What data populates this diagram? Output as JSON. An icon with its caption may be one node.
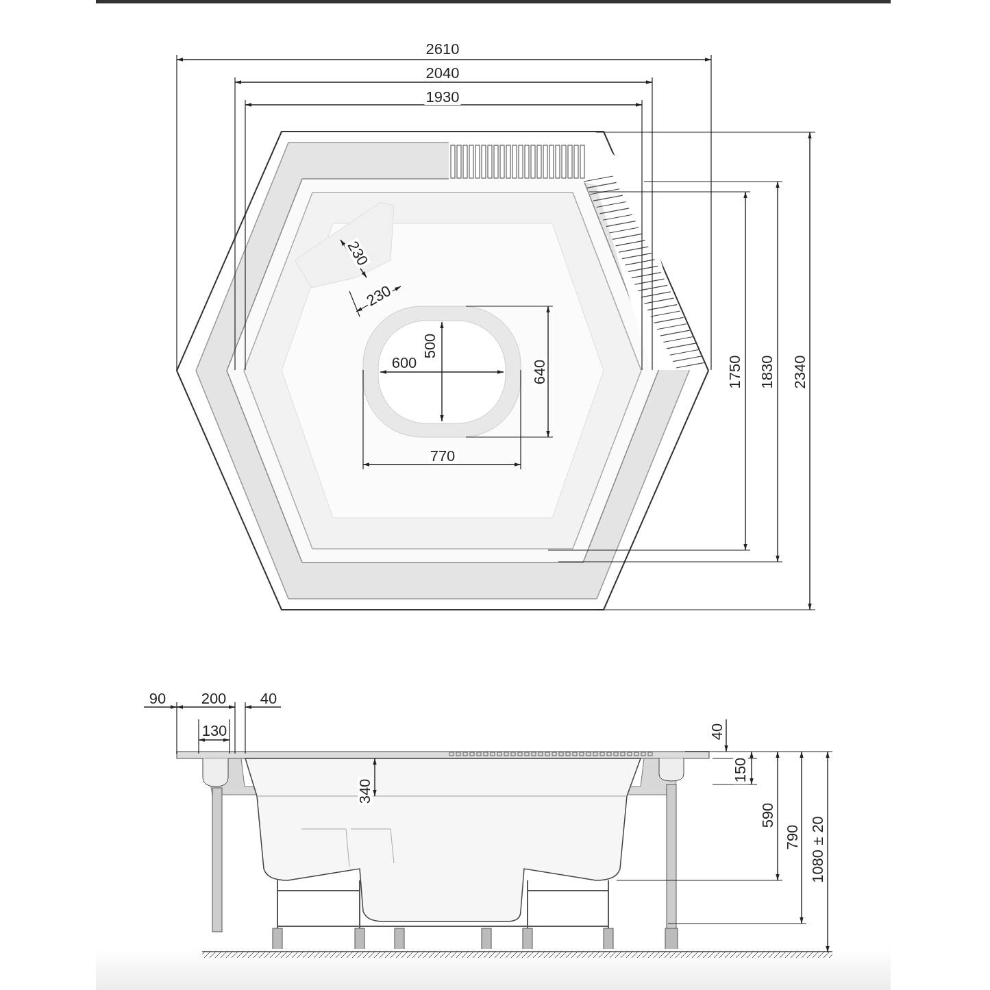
{
  "diagram": {
    "labels": [
      "2610",
      "2040",
      "1930",
      "230",
      "230",
      "500",
      "600",
      "640",
      "1750",
      "1830",
      "2340",
      "770",
      "90",
      "200",
      "40",
      "130",
      "40",
      "150",
      "340",
      "590",
      "790",
      "1080 ± 20"
    ]
  }
}
